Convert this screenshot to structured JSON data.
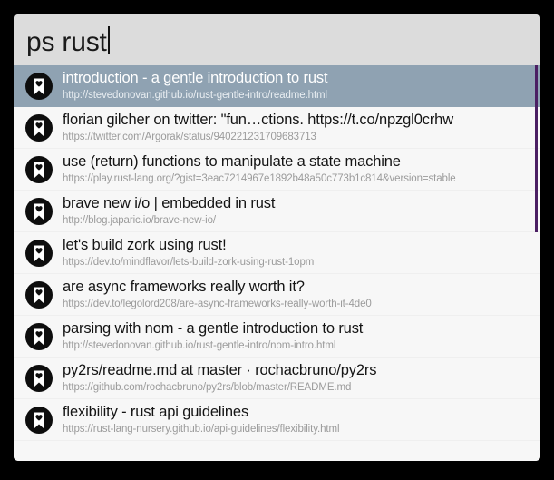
{
  "window": {
    "frame_color": "#000000",
    "background": "#f7f7f7"
  },
  "search": {
    "query": "ps rust",
    "placeholder": "",
    "background": "#dcdcdc",
    "text_color": "#1a1a1a",
    "caret_visible": true
  },
  "scrollbar": {
    "thumb_color": "#4b1f63",
    "orientation": "vertical"
  },
  "results": {
    "selected_index": 0,
    "highlight_color": "#8fa2b2",
    "icon_name": "bookmark-heart-icon",
    "items": [
      {
        "title": "introduction - a gentle introduction to rust",
        "url": "http://stevedonovan.github.io/rust-gentle-intro/readme.html"
      },
      {
        "title": "florian gilcher on twitter: \"fun…ctions. https://t.co/npzgl0crhw",
        "url": "https://twitter.com/Argorak/status/940221231709683713"
      },
      {
        "title": "use (return) functions to manipulate a state machine",
        "url": "https://play.rust-lang.org/?gist=3eac7214967e1892b48a50c773b1c814&version=stable"
      },
      {
        "title": "brave new i/o | embedded in rust",
        "url": "http://blog.japaric.io/brave-new-io/"
      },
      {
        "title": "let's build zork using rust!",
        "url": "https://dev.to/mindflavor/lets-build-zork-using-rust-1opm"
      },
      {
        "title": "are async frameworks really worth it?",
        "url": "https://dev.to/legolord208/are-async-frameworks-really-worth-it-4de0"
      },
      {
        "title": "parsing with nom - a gentle introduction to rust",
        "url": "http://stevedonovan.github.io/rust-gentle-intro/nom-intro.html"
      },
      {
        "title": "py2rs/readme.md at master · rochacbruno/py2rs",
        "url": "https://github.com/rochacbruno/py2rs/blob/master/README.md"
      },
      {
        "title": "flexibility - rust api guidelines",
        "url": "https://rust-lang-nursery.github.io/api-guidelines/flexibility.html"
      }
    ]
  }
}
